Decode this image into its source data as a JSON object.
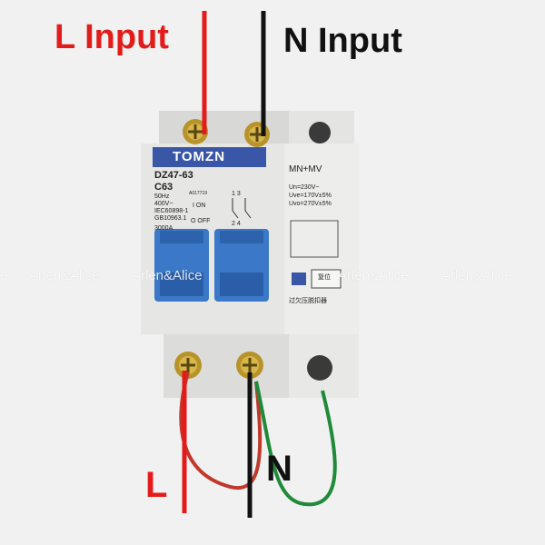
{
  "labels": {
    "l_input": "L Input",
    "n_input": "N Input",
    "l": "L",
    "n": "N"
  },
  "watermark": {
    "text": "Arlen&Alice",
    "edge_fragment": "e"
  },
  "breaker": {
    "brand": "TOMZN",
    "model": "DZ47-63",
    "rating": "C63",
    "specs": [
      "50Hz",
      "400V~",
      "IEC60898-1",
      "GB10963.1"
    ],
    "cert_code": "A017719",
    "on_label": "I ON",
    "off_label": "O OFF",
    "breaking_capacity": "3000A",
    "terminals_top": "1  3",
    "terminals_bottom": "2  4"
  },
  "protector": {
    "title": "MN+MV",
    "specs": [
      "Un=230V~",
      "Uve=170V±5%",
      "Uvo=270V±5%"
    ],
    "button_label": "复位",
    "chinese_label": "过欠压脱扣器"
  },
  "colors": {
    "l_wire": "#e41b1b",
    "n_wire": "#111111",
    "red_cable": "#c0392b",
    "green_cable": "#1f8a3a",
    "handle_blue": "#3b78c8",
    "brand_bg": "#3a56a7",
    "background": "#f1f1f1"
  }
}
